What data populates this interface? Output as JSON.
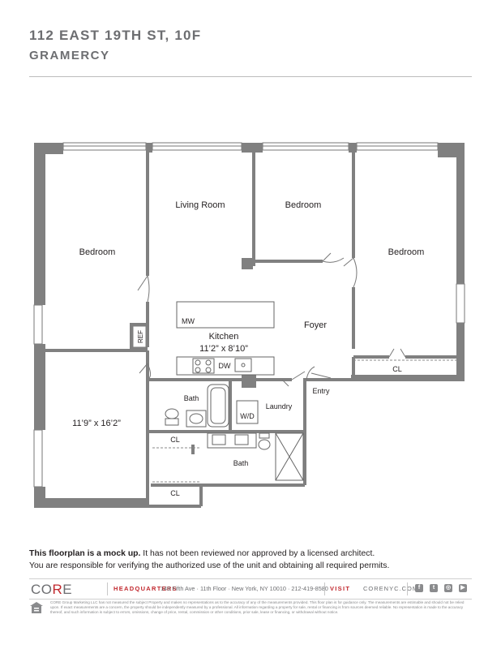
{
  "header": {
    "address": "112 EAST 19TH ST, 10F",
    "neighborhood": "GRAMERCY"
  },
  "rooms": {
    "bedroom_left": "Bedroom",
    "living_room": "Living Room",
    "bedroom_mid": "Bedroom",
    "bedroom_right": "Bedroom",
    "mw": "MW",
    "foyer": "Foyer",
    "ref": "REF",
    "kitchen": "Kitchen",
    "kitchen_dims": "11’2” x 8’10”",
    "dw": "DW",
    "cl_right": "CL",
    "bath_upper": "Bath",
    "laundry": "Laundry",
    "entry": "Entry",
    "wd": "W/D",
    "bedroom_dims": "11’9” x 16’2”",
    "cl_upper": "CL",
    "bath_lower": "Bath",
    "cl_lower": "CL"
  },
  "disclaimer": {
    "bold": "This floorplan is a mock up.",
    "rest": " It has not been reviewed nor approved by a licensed architect.",
    "line2": "You are responsible for verifying the authorized use of the unit and obtaining all required permits."
  },
  "footer": {
    "logo_co": "CO",
    "logo_r": "R",
    "logo_e": "E",
    "hq_label": "HEADQUARTERS",
    "hq_address": "149 Fifth Ave · 11th Floor · New York, NY 10010 · 212-419-8580",
    "visit_label": "VISIT",
    "site": "CORENYC.COM",
    "social_icons": [
      "facebook-icon",
      "twitter-icon",
      "instagram-icon",
      "youtube-icon"
    ],
    "fine_print": "CORE Group Marketing LLC has not measured the subject Property and makes no representations as to the accuracy of any of the measurements provided. This floor plan is for guidance only. The measurements are estimable and should not be relied upon. If exact measurements are a concern, the property should be independently measured by a professional. All information regarding a property for sale, rental or financing is from sources deemed reliable. No representation is made to the accuracy thereof, and such information is subject to errors, omissions, change of price, rental, commission or other conditions, prior sale, lease or financing, or withdrawal without notice."
  },
  "colors": {
    "wall": "#808080",
    "brand_red": "#c1272d",
    "text_gray": "#6d6e71"
  }
}
